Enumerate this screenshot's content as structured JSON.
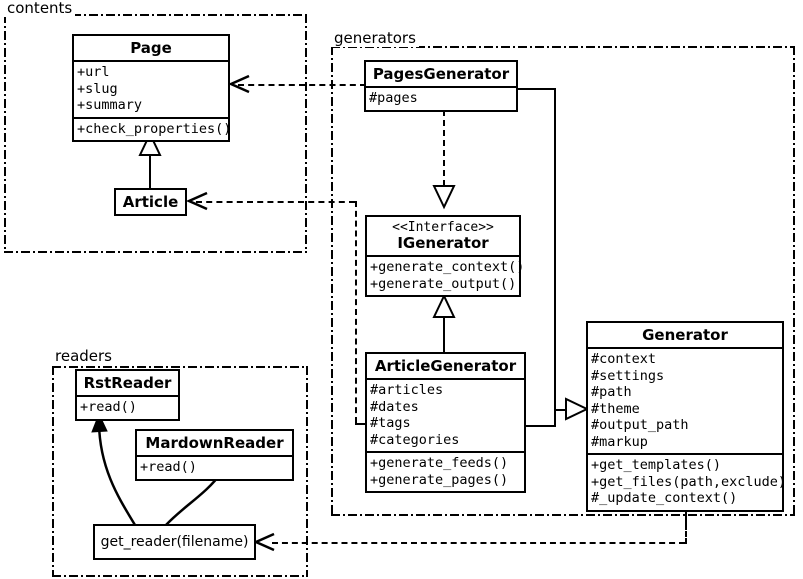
{
  "diagram": {
    "title": "UML class diagram",
    "background": "#ffffff",
    "stroke": "#000000"
  },
  "packages": [
    {
      "id": "contents",
      "label": "contents"
    },
    {
      "id": "generators",
      "label": "generators"
    },
    {
      "id": "readers",
      "label": "readers"
    }
  ],
  "classes": {
    "page": {
      "name": "Page",
      "attributes": [
        "+url",
        "+slug",
        "+summary"
      ],
      "methods": [
        "+check_properties()"
      ]
    },
    "article": {
      "name": "Article",
      "attributes": [],
      "methods": []
    },
    "pages_generator": {
      "name": "PagesGenerator",
      "attributes": [
        "#pages"
      ],
      "methods": []
    },
    "igenerator": {
      "stereotype": "<<Interface>>",
      "name": "IGenerator",
      "attributes": [],
      "methods": [
        "+generate_context()",
        "+generate_output()"
      ]
    },
    "article_generator": {
      "name": "ArticleGenerator",
      "attributes": [
        "#articles",
        "#dates",
        "#tags",
        "#categories"
      ],
      "methods": [
        "+generate_feeds()",
        "+generate_pages()"
      ]
    },
    "generator": {
      "name": "Generator",
      "attributes": [
        "#context",
        "#settings",
        "#path",
        "#theme",
        "#output_path",
        "#markup"
      ],
      "methods": [
        "+get_templates()",
        "+get_files(path,exclude)",
        "#_update_context()"
      ]
    },
    "rst_reader": {
      "name": "RstReader",
      "attributes": [],
      "methods": [
        "+read()"
      ]
    },
    "mardown_reader": {
      "name": "MardownReader",
      "attributes": [],
      "methods": [
        "+read()"
      ]
    },
    "get_reader": {
      "name": "get_reader(filename)"
    }
  },
  "relations": [
    {
      "id": "article-inherits-page",
      "type": "generalization",
      "from": "Article",
      "to": "Page"
    },
    {
      "id": "pagesgen-realizes-igenerator",
      "type": "realization",
      "from": "PagesGenerator",
      "to": "IGenerator"
    },
    {
      "id": "articlegen-realizes-igen",
      "type": "realization",
      "from": "ArticleGenerator",
      "to": "IGenerator"
    },
    {
      "id": "pagesgen-inherits-generator",
      "type": "generalization",
      "from": "PagesGenerator",
      "to": "Generator"
    },
    {
      "id": "articlegen-inherits-generator",
      "type": "generalization",
      "from": "ArticleGenerator",
      "to": "Generator"
    },
    {
      "id": "pagesgen-uses-page",
      "type": "dependency",
      "from": "PagesGenerator",
      "to": "Page"
    },
    {
      "id": "articlegen-uses-article",
      "type": "dependency",
      "from": "ArticleGenerator",
      "to": "Article"
    },
    {
      "id": "generator-uses-get-reader",
      "type": "dependency",
      "from": "Generator",
      "to": "get_reader(filename)"
    },
    {
      "id": "getreader-returns-rst",
      "type": "association",
      "from": "get_reader(filename)",
      "to": "RstReader"
    },
    {
      "id": "getreader-returns-mardown",
      "type": "association",
      "from": "get_reader(filename)",
      "to": "MardownReader"
    }
  ]
}
